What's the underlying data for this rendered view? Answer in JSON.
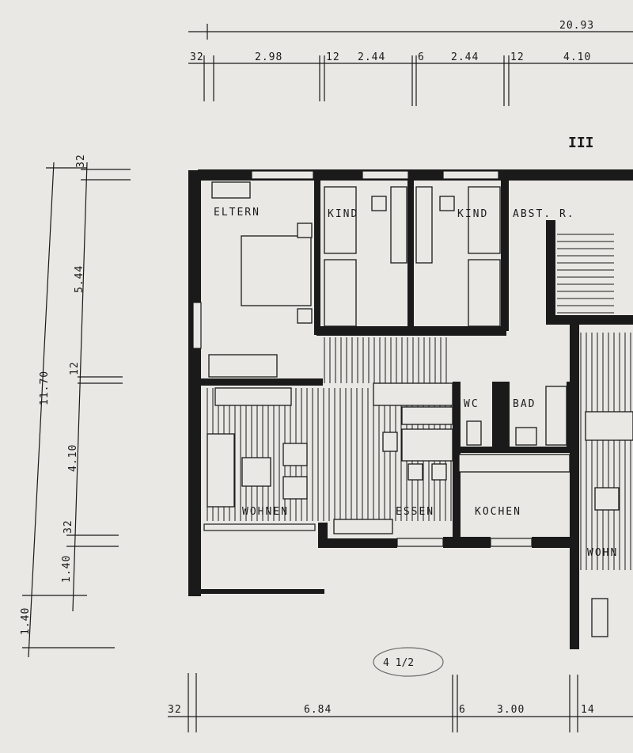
{
  "sheet": {
    "floor_marker": "III",
    "unit_note": "4 1/2",
    "colors": {
      "paper": "#e9e8e4",
      "ink": "#1a1a1a",
      "pencil": "#6b6b6b"
    }
  },
  "dimensions": {
    "top_total": "20.93",
    "top_segments": [
      "32",
      "2.98",
      "12",
      "2.44",
      "6",
      "2.44",
      "12",
      "4.10"
    ],
    "left_total": "11.70",
    "left_segments": [
      "32",
      "5.44",
      "12",
      "4.10",
      "32",
      "1.40"
    ],
    "left_outer": "1.40",
    "bottom_segments": [
      "32",
      "6.84",
      "6",
      "3.00",
      "14"
    ]
  },
  "rooms": {
    "eltern": "ELTERN",
    "kind_1": "KIND",
    "kind_2": "KIND",
    "abstellraum": "ABST. R.",
    "wc": "WC",
    "bad": "BAD",
    "wohnen": "WOHNEN",
    "essen": "ESSEN",
    "kochen": "KOCHEN",
    "wohnen_neighbor": "WOHN"
  }
}
